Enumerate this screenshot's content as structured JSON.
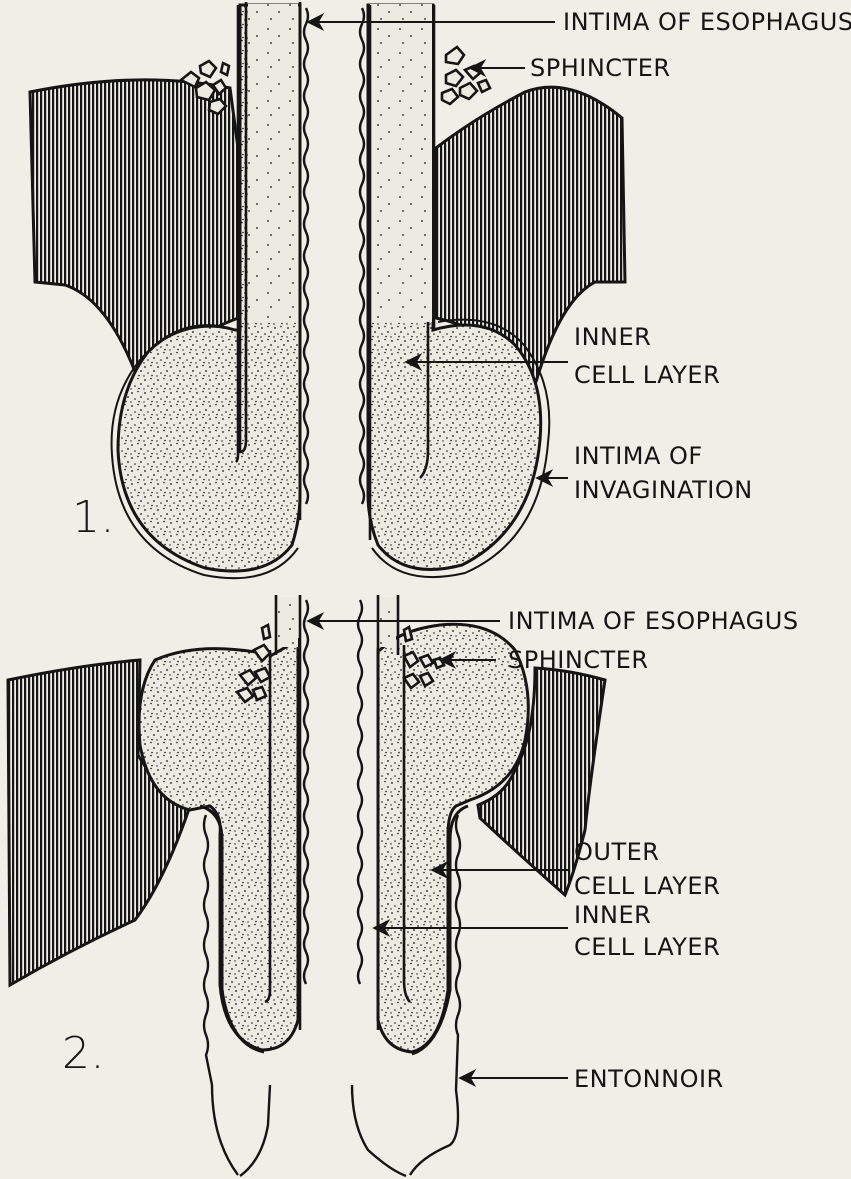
{
  "figures": [
    {
      "number": "1.",
      "labels": {
        "intima_esophagus": "INTIMA OF ESOPHAGUS",
        "sphincter": "SPHINCTER",
        "inner_cell_layer": [
          "INNER",
          "CELL LAYER"
        ],
        "intima_invagination": [
          "INTIMA OF",
          "INVAGINATION"
        ]
      }
    },
    {
      "number": "2.",
      "labels": {
        "intima_esophagus": "INTIMA OF ESOPHAGUS",
        "sphincter": "SPHINCTER",
        "outer_cell_layer": [
          "OUTER",
          "CELL LAYER"
        ],
        "inner_cell_layer": [
          "INNER",
          "CELL LAYER"
        ],
        "entonnoir": "ENTONNOIR"
      }
    }
  ],
  "colors": {
    "ink": "#151515",
    "paper": "#f0efe7",
    "fill": "#ecebe2"
  }
}
